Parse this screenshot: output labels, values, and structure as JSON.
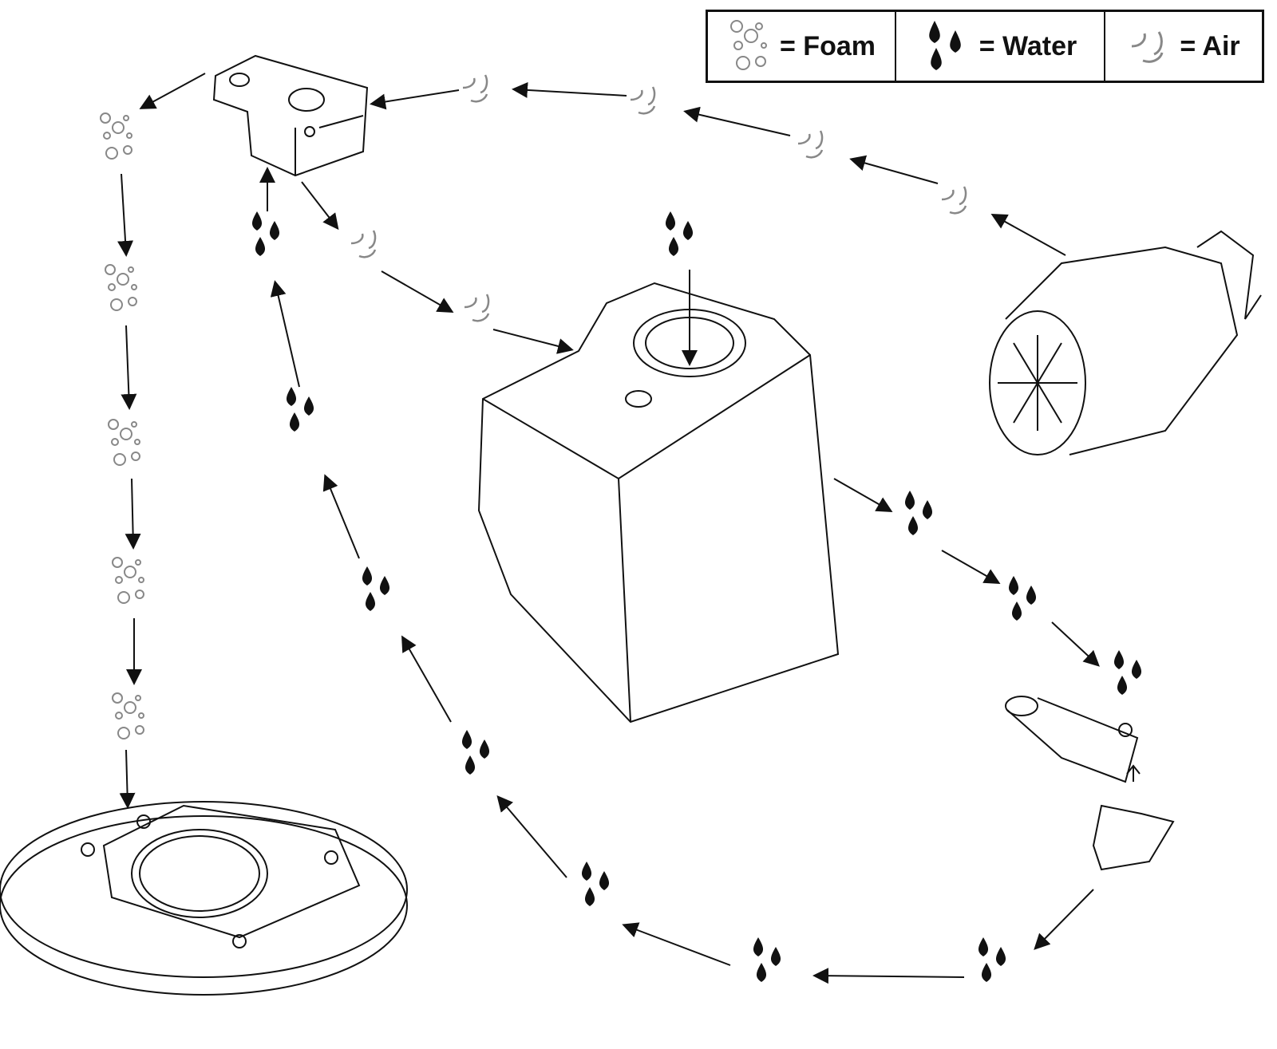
{
  "legend": {
    "items": [
      {
        "symbol": "foam-icon",
        "label": "= Foam"
      },
      {
        "symbol": "water-icon",
        "label": "= Water"
      },
      {
        "symbol": "air-icon",
        "label": "= Air"
      }
    ]
  },
  "components": [
    {
      "name": "foam-valve-block"
    },
    {
      "name": "solution-tank"
    },
    {
      "name": "air-compressor"
    },
    {
      "name": "water-pump"
    },
    {
      "name": "brush-head"
    }
  ],
  "flows": {
    "air": "compressor to valve block and tank",
    "water": "tank to pump to valve block",
    "foam": "valve block to brush head"
  }
}
